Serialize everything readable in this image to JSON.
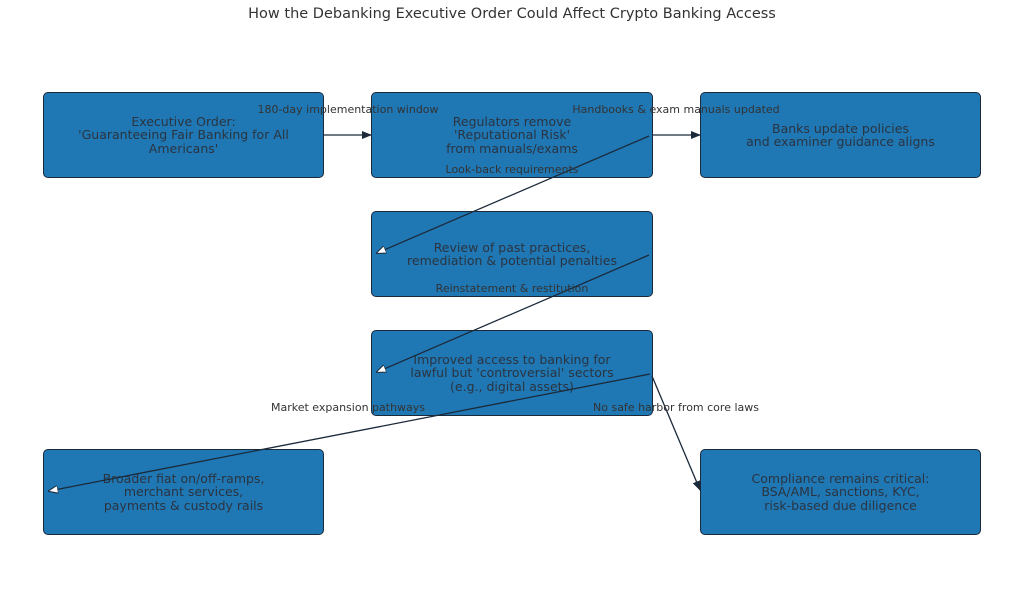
{
  "title": "How the Debanking Executive Order Could Affect Crypto Banking Access",
  "nodes": {
    "eo": "Executive Order:\n'Guaranteeing Fair Banking for All Americans'",
    "regulators": "Regulators remove\n'Reputational Risk'\nfrom manuals/exams",
    "banks": "Banks update policies\nand examiner guidance aligns",
    "review": "Review of past practices,\nremediation & potential penalties",
    "access": "Improved access to banking for\nlawful but 'controversial' sectors\n(e.g., digital assets)",
    "rails": "Broader fiat on/off-ramps,\nmerchant services,\npayments & custody rails",
    "compliance": "Compliance remains critical:\nBSA/AML, sanctions, KYC,\nrisk-based due diligence"
  },
  "edges": {
    "eo_to_regulators": "180-day implementation window",
    "regulators_to_banks": "Handbooks & exam manuals updated",
    "regulators_to_review": "Look-back requirements",
    "review_to_access": "Reinstatement & restitution",
    "access_to_rails": "Market expansion pathways",
    "access_to_compliance": "No safe harbor from core laws"
  }
}
